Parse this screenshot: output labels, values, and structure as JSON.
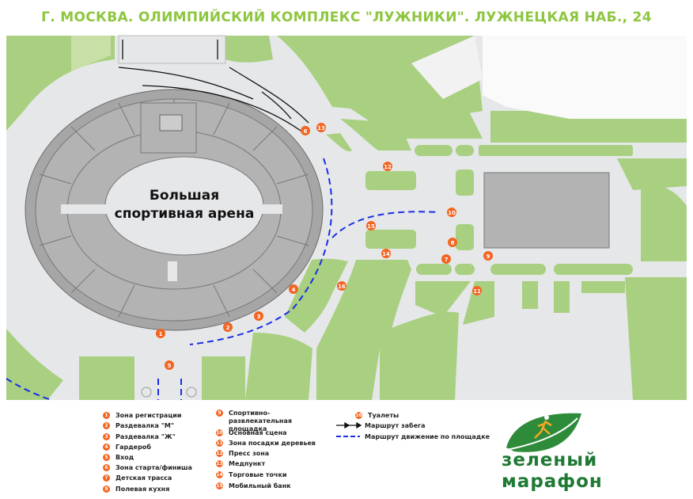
{
  "title": "Г. МОСКВА. ОЛИМПИЙСКИЙ КОМПЛЕКС  \"ЛУЖНИКИ\". ЛУЖНЕЦКАЯ НАБ., 24",
  "map": {
    "arena_label_1": "Большая",
    "arena_label_2": "спортивная арена",
    "markers": [
      "1",
      "2",
      "3",
      "4",
      "5",
      "6",
      "7",
      "8",
      "9",
      "10",
      "11",
      "12",
      "13",
      "14",
      "15",
      "16"
    ]
  },
  "legend": {
    "items": [
      {
        "num": "1",
        "label": "Зона регистрации"
      },
      {
        "num": "2",
        "label": "Раздевалка \"М\""
      },
      {
        "num": "3",
        "label": "Раздевалка \"Ж\""
      },
      {
        "num": "4",
        "label": "Гардероб"
      },
      {
        "num": "5",
        "label": "Вход"
      },
      {
        "num": "6",
        "label": "Зона старта/финиша"
      },
      {
        "num": "7",
        "label": "Детская трасса"
      },
      {
        "num": "8",
        "label": "Полевая кухня"
      },
      {
        "num": "9",
        "label": "Спортивно-развлекательная площадка"
      },
      {
        "num": "10",
        "label": "Основная сцена"
      },
      {
        "num": "11",
        "label": "Зона посадки деревьев"
      },
      {
        "num": "12",
        "label": "Пресс зона"
      },
      {
        "num": "13",
        "label": "Медпункт"
      },
      {
        "num": "14",
        "label": "Торговые точки"
      },
      {
        "num": "15",
        "label": "Мобильный банк"
      },
      {
        "num": "16",
        "label": "Туалеты"
      }
    ],
    "route_run": "Маршрут забега",
    "route_walk": "Маршрут движение по площадке"
  },
  "logo": {
    "line1": "зеленый",
    "line2": "марафон"
  },
  "colors": {
    "title": "#8dc63f",
    "green": "#a8d080",
    "road": "#e6e7e9",
    "marker": "#f26522",
    "walk_route": "#1a2ee6",
    "logo": "#1e7a34"
  }
}
